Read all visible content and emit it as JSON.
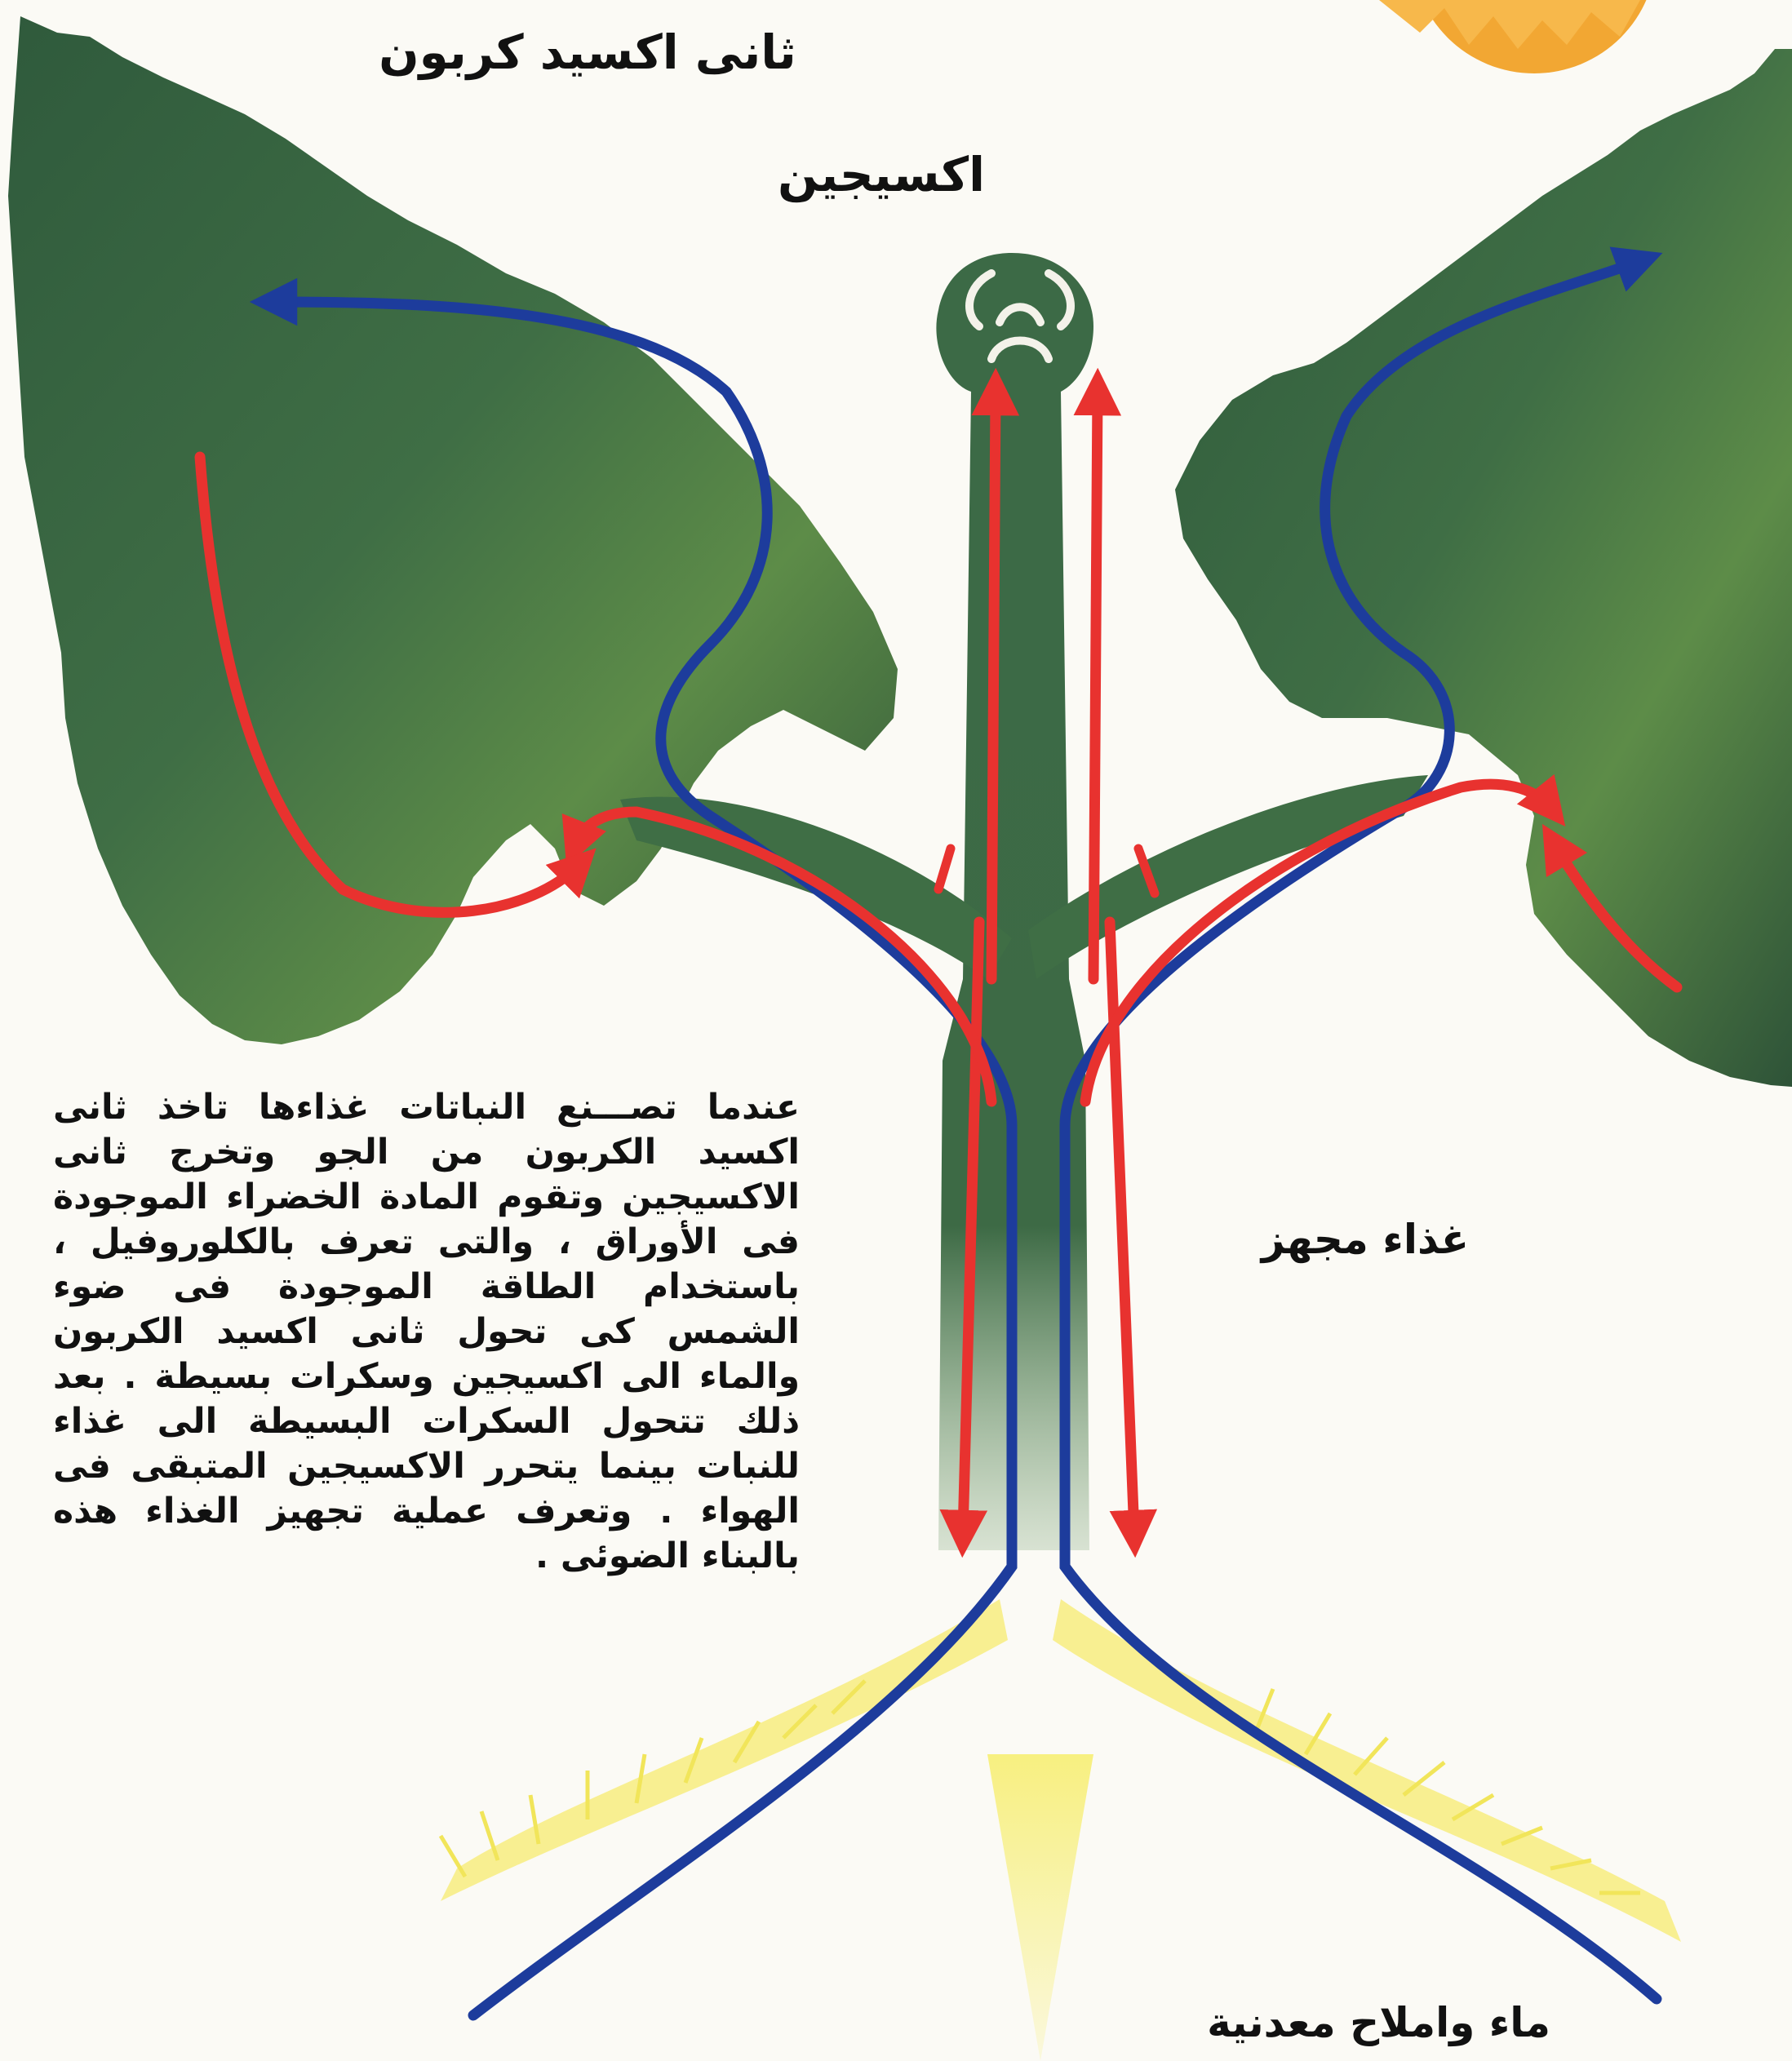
{
  "labels": {
    "carbon_dioxide": "ثانى اكسيد كربون",
    "oxygen": "اكسيجين",
    "prepared_food": "غذاء مجهز",
    "water_minerals": "ماء واملاح معدنية"
  },
  "caption": "عندما تصـــنع النباتات غذاءها تاخذ ثانى اكسيد الكربون من الجو وتخرج ثانى الاكسيجين وتقوم المادة الخضراء الموجودة فى الأوراق ، والتى تعرف بالكلوروفيل ، باستخدام الطاقة الموجودة فى ضوء الشمس كى تحول ثانى اكسيد الكربون والماء الى اكسيجين وسكرات بسيطة . بعد ذلك تتحول السكرات البسيطة الى غذاء للنبات بينما يتحرر الاكسيجين المتبقى فى الهواء . وتعرف عملية تجهيز الغذاء هذه بالبناء الضوئى .",
  "colors": {
    "leaf": "#3f6e45",
    "leaf_dark": "#2b4f35",
    "leaf_light": "#6f9a4a",
    "red_arrow": "#e8322f",
    "blue_arrow": "#1d3c9c",
    "sun": "#f2a733",
    "light_glow": "#f6ea66"
  }
}
